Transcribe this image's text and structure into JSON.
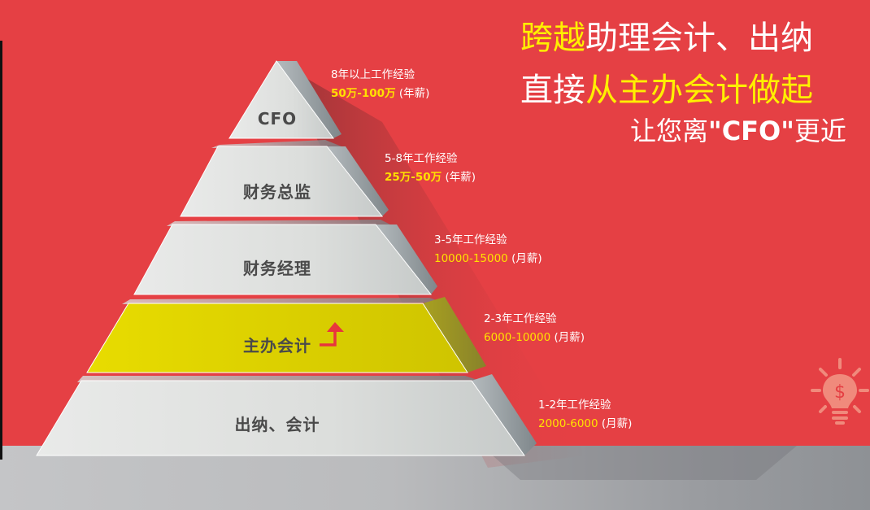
{
  "headline": {
    "line1": {
      "highlight": "跨越",
      "rest": "助理会计、出纳"
    },
    "line2": {
      "prefix": "直接",
      "highlight": "从主办会计做起"
    },
    "line3": {
      "prefix": "让您离",
      "quote": "\"CFO\"",
      "suffix": "更近"
    }
  },
  "tiers": [
    {
      "title": "CFO",
      "experience": "8年以上工作经验",
      "salary": "50万-100万",
      "unit": "(年薪)"
    },
    {
      "title": "财务总监",
      "experience": "5-8年工作经验",
      "salary": "25万-50万",
      "unit": "(年薪)"
    },
    {
      "title": "财务经理",
      "experience": "3-5年工作经验",
      "salary": "10000-15000",
      "unit": "(月薪)"
    },
    {
      "title": "主办会计",
      "experience": "2-3年工作经验",
      "salary": "6000-10000",
      "unit": "(月薪)",
      "highlighted": true
    },
    {
      "title": "出纳、会计",
      "experience": "1-2年工作经验",
      "salary": "2000-6000",
      "unit": "(月薪)"
    }
  ],
  "icons": {
    "arrow": "up-arrow-icon",
    "bulb": "lightbulb-dollar-icon"
  },
  "colors": {
    "background": "#e54044",
    "highlight_text": "#ffef00",
    "highlight_tier": "#e3d600",
    "tier_face": "#e6e7e6",
    "tier_side": "#9ea5a8",
    "floor": "#b8b9bb"
  }
}
